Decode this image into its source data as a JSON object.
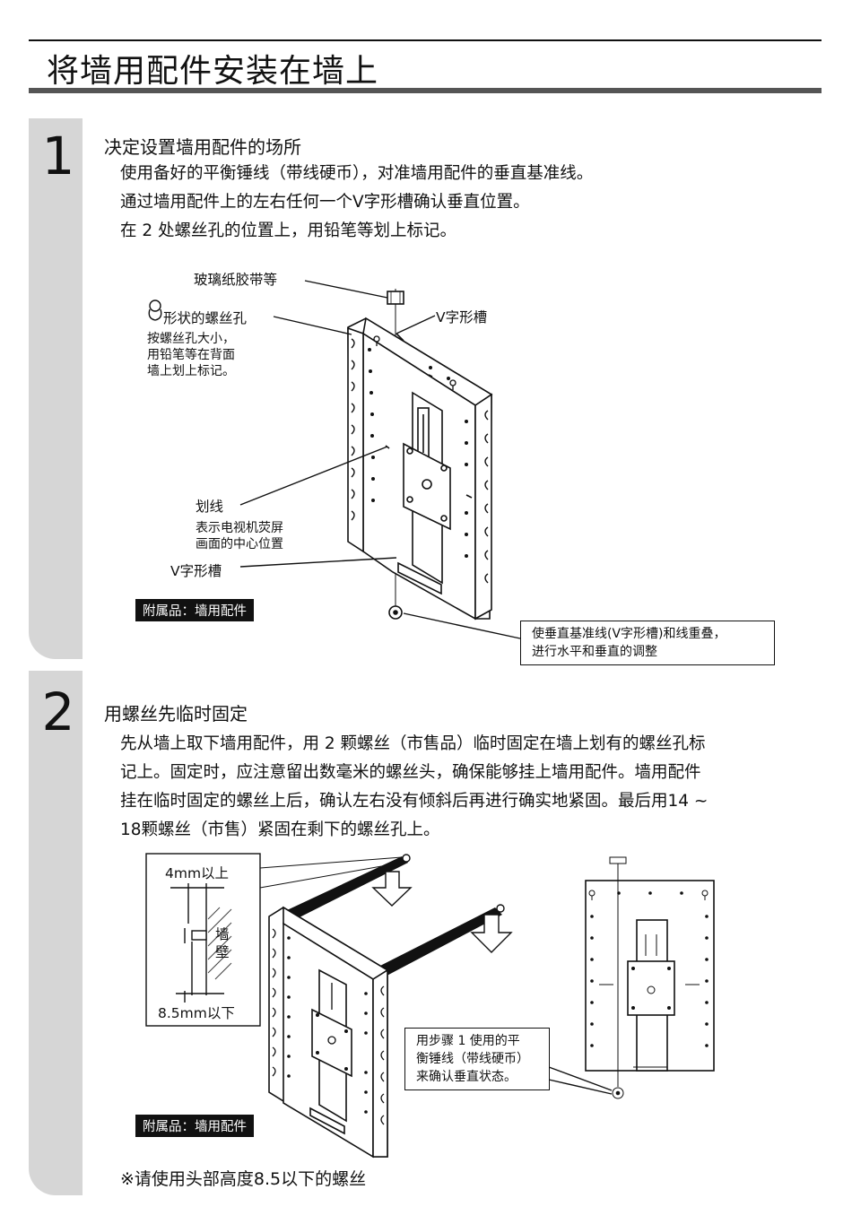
{
  "page": {
    "title": "将墙用配件安装在墙上"
  },
  "step1": {
    "number": "1",
    "heading": "决定设置墙用配件的场所",
    "lines": [
      "使用备好的平衡锤线（带线硬币），对准墙用配件的垂直基准线。",
      "通过墙用配件上的左右任何一个V字形槽确认垂直位置。",
      "在 2 处螺丝孔的位置上，用铅笔等划上标记。"
    ],
    "labels": {
      "tape": "玻璃纸胶带等",
      "keyhole": "形状的螺丝孔",
      "keyhole_note_1": "按螺丝孔大小，",
      "keyhole_note_2": "用铅笔等在背面",
      "keyhole_note_3": "墙上划上标记。",
      "vgroove_top": "V字形槽",
      "line": "划线",
      "line_note_1": "表示电视机荧屏",
      "line_note_2": "画面的中心位置",
      "vgroove_bottom": "V字形槽",
      "accessory": "附属品：墙用配件",
      "callout_1": "使垂直基准线(V字形槽)和线重叠，",
      "callout_2": "进行水平和垂直的调整"
    }
  },
  "step2": {
    "number": "2",
    "heading": "用螺丝先临时固定",
    "lines": [
      "先从墙上取下墙用配件，用 2 颗螺丝（市售品）临时固定在墙上划有的螺丝孔标",
      "记上。固定时，应注意留出数毫米的螺丝头，确保能够挂上墙用配件。墙用配件",
      "挂在临时固定的螺丝上后，确认左右没有倾斜后再进行确实地紧固。最后用14 ~",
      "18颗螺丝（市售）紧固在剩下的螺丝孔上。"
    ],
    "labels": {
      "dim_top": "4mm以上",
      "wall": "墙",
      "wall2": "壁",
      "dim_bottom": "8.5mm以下",
      "callout_1": "用步骤 1 使用的平",
      "callout_2": "衡锤线（带线硬币）",
      "callout_3": "来确认垂直状态。",
      "accessory": "附属品：墙用配件"
    },
    "note": "※请使用头部高度8.5以下的螺丝"
  }
}
